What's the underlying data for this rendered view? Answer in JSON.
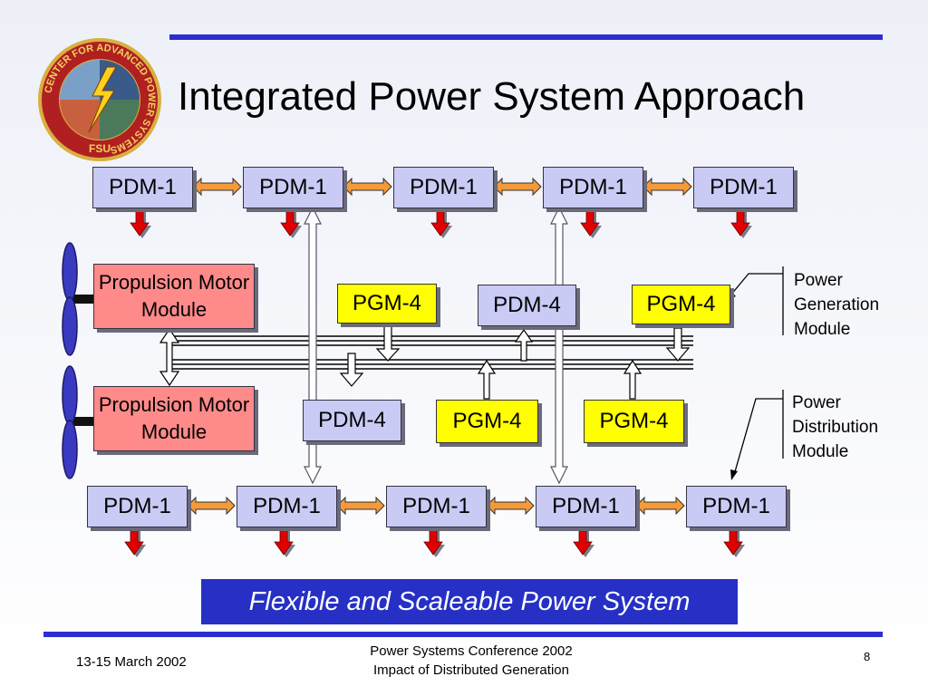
{
  "slide": {
    "title": "Integrated Power System Approach",
    "logo_text": "CENTER FOR ADVANCED POWER SYSTEMS",
    "logo_subtext": "FSU",
    "banner": "Flexible and Scaleable Power System",
    "footer_left": "13-15 March 2002",
    "footer_center_line1": "Power Systems Conference 2002",
    "footer_center_line2": "Impact of Distributed Generation",
    "page_number": "8"
  },
  "diagram": {
    "top_row": [
      "PDM-1",
      "PDM-1",
      "PDM-1",
      "PDM-1",
      "PDM-1"
    ],
    "bottom_row": [
      "PDM-1",
      "PDM-1",
      "PDM-1",
      "PDM-1",
      "PDM-1"
    ],
    "propulsion_1": "Propulsion Motor Module",
    "propulsion_2": "Propulsion Motor Module",
    "pgm_upper_left": "PGM-4",
    "pdm4_upper": "PDM-4",
    "pgm_upper_right": "PGM-4",
    "pdm4_lower": "PDM-4",
    "pgm_lower_mid": "PGM-4",
    "pgm_lower_right": "PGM-4",
    "callout_generation": "Power Generation Module",
    "callout_distribution": "Power Distribution Module"
  },
  "colors": {
    "accent_blue": "#2b2fd0",
    "pdm_fill": "#c9cbf5",
    "pgm_fill": "#ffff00",
    "propulsion_fill": "#ff8a8a",
    "load_arrow": "#e00000",
    "link_arrow": "#f59a3a"
  }
}
